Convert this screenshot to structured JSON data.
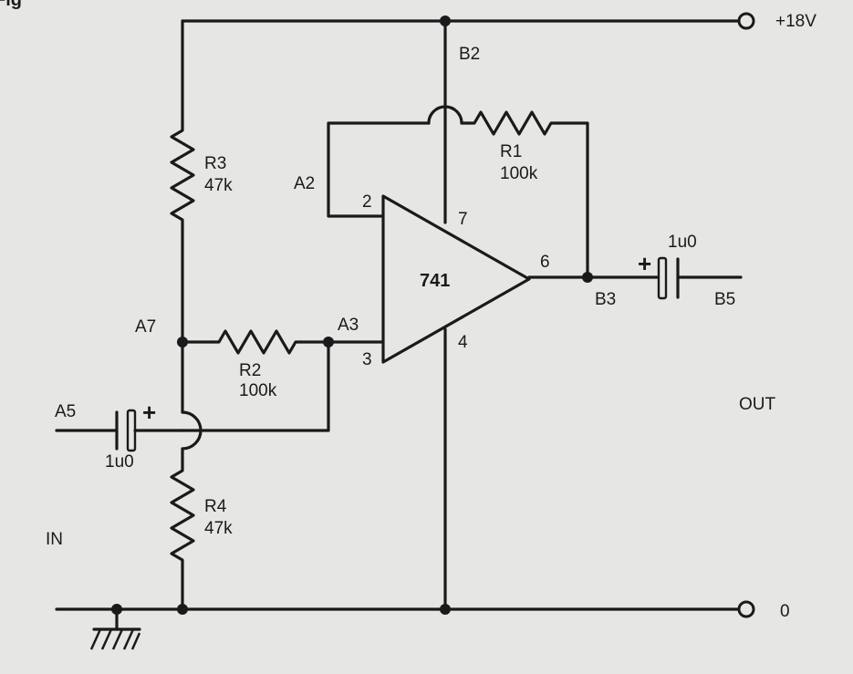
{
  "header_fragment": "Fig",
  "rail_top": "+18V",
  "rail_bottom": "0",
  "opamp": {
    "name": "741",
    "pins": {
      "inverting": "2",
      "non_inverting": "3",
      "output": "6",
      "vplus": "7",
      "vminus": "4"
    }
  },
  "nodes": {
    "a2": "A2",
    "a3": "A3",
    "a5": "A5",
    "a7": "A7",
    "b2": "B2",
    "b3": "B3",
    "b5": "B5"
  },
  "resistors": {
    "r1": {
      "ref": "R1",
      "value": "100k"
    },
    "r2": {
      "ref": "R2",
      "value": "100k"
    },
    "r3": {
      "ref": "R3",
      "value": "47k"
    },
    "r4": {
      "ref": "R4",
      "value": "47k"
    }
  },
  "capacitors": {
    "c_in": {
      "value": "1u0",
      "polarity": "+"
    },
    "c_out": {
      "value": "1u0",
      "polarity": "+"
    }
  },
  "io": {
    "input": "IN",
    "output": "OUT"
  }
}
